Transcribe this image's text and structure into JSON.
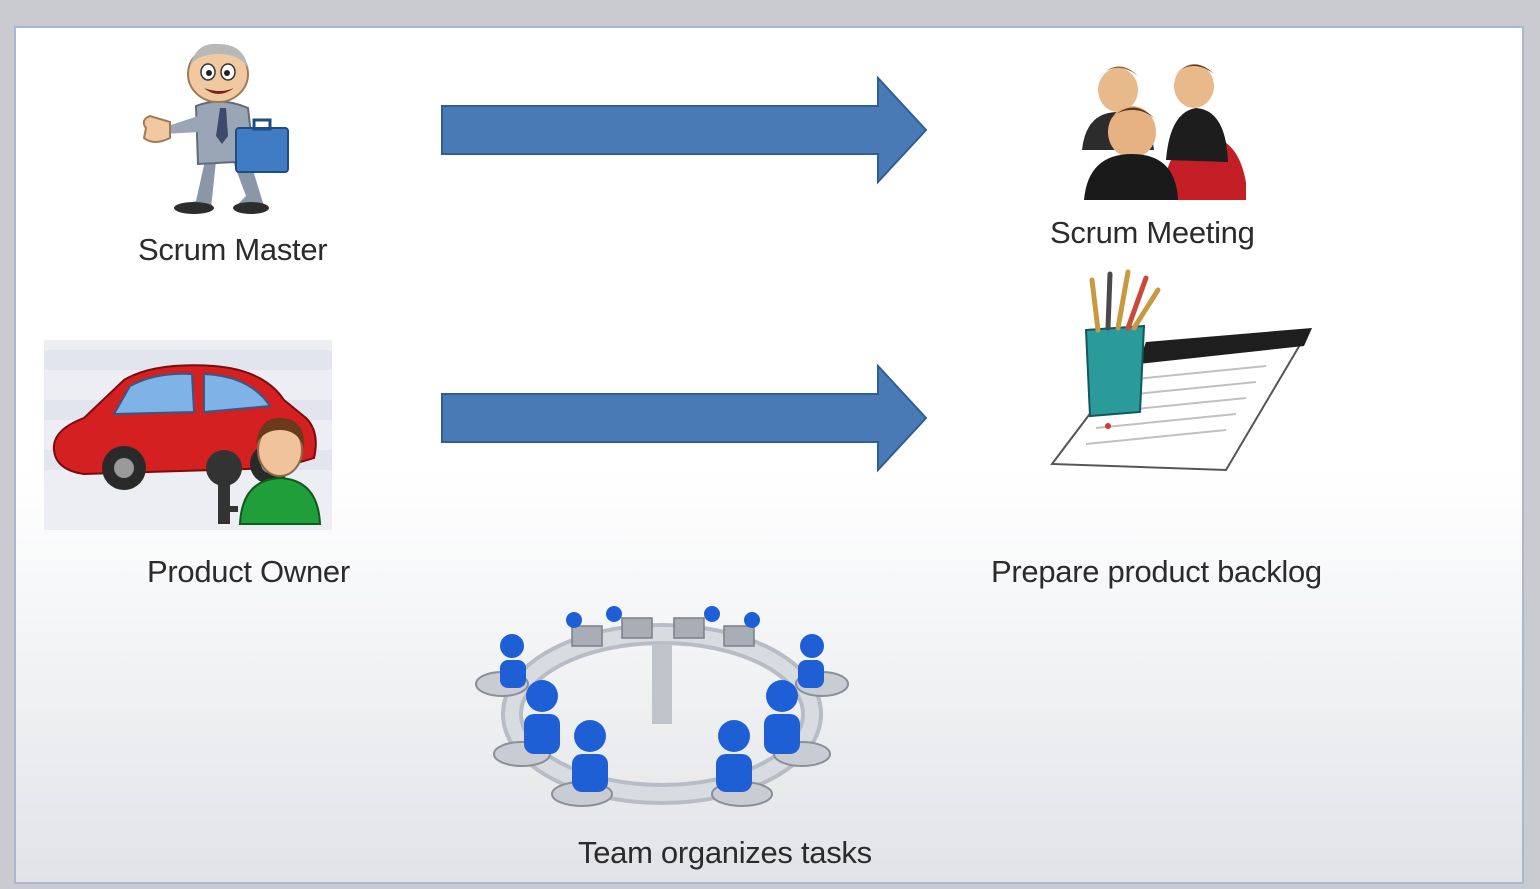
{
  "labels": {
    "scrum_master": "Scrum Master",
    "scrum_meeting": "Scrum Meeting",
    "product_owner": "Product Owner",
    "prepare_backlog": "Prepare product backlog",
    "team_tasks": "Team organizes tasks"
  },
  "icons": {
    "scrum_master": "cartoon-man-with-briefcase-icon",
    "scrum_meeting": "business-people-meeting-icon",
    "product_owner": "car-and-key-owner-icon",
    "prepare_backlog": "notepad-and-pencil-cup-icon",
    "team_tasks": "team-round-table-icon"
  },
  "colors": {
    "arrow_fill": "#4a7ab5",
    "arrow_stroke": "#2f5d94",
    "team_figures": "#1f5fd6",
    "car": "#d42020"
  }
}
